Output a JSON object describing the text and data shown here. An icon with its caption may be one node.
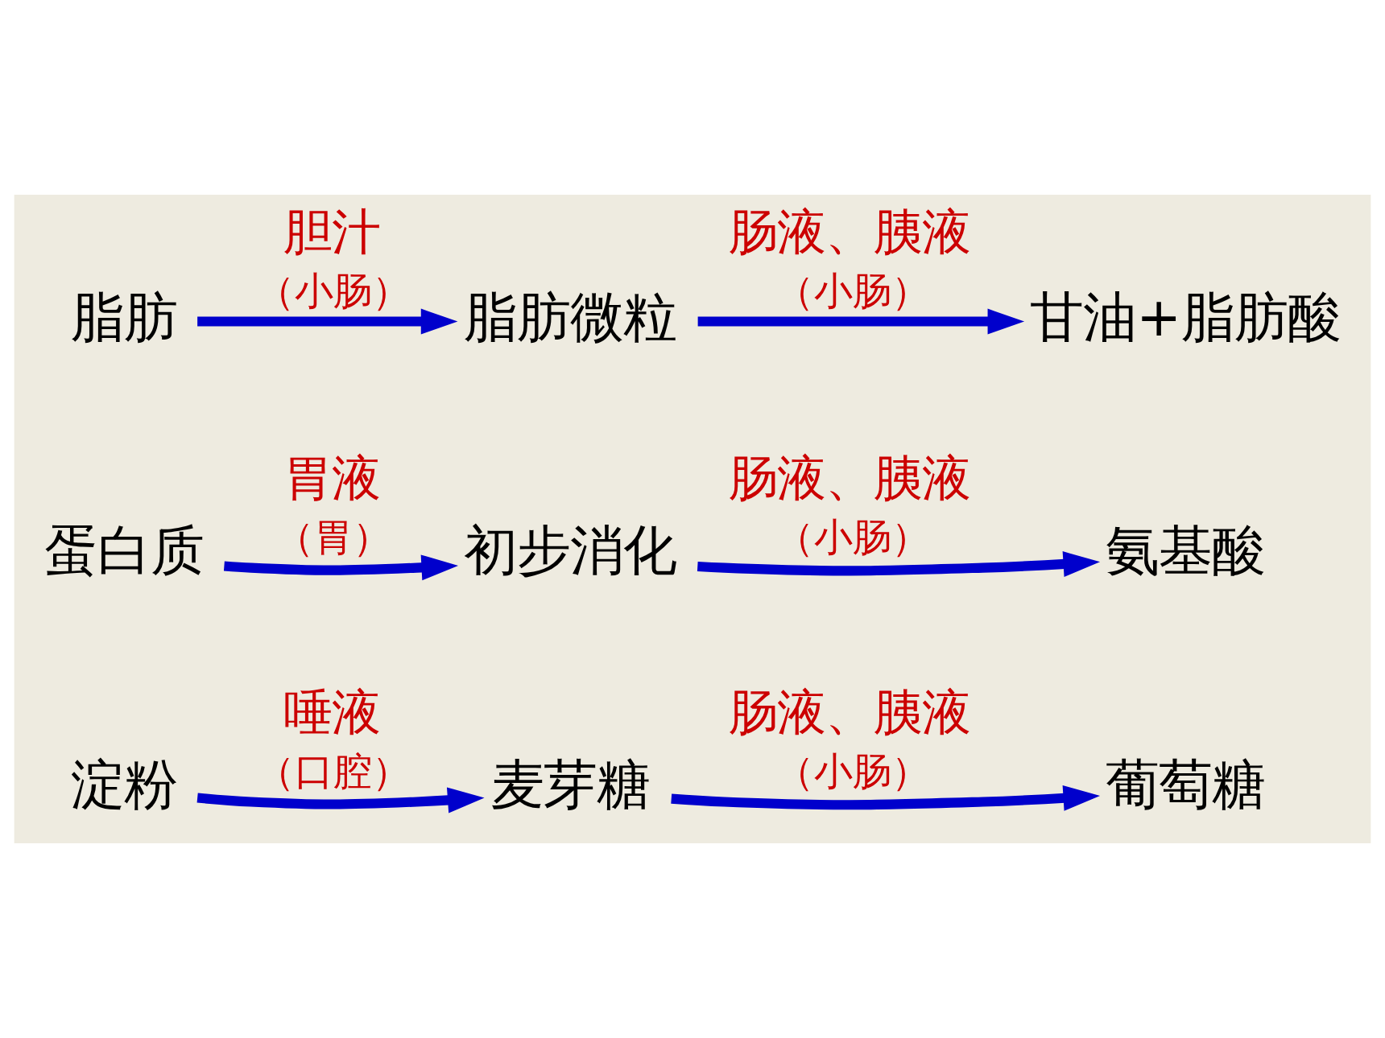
{
  "diagram": {
    "nodes": [
      {
        "text": [
          "淀粉"
        ]
      },
      {
        "text": [
          "麦芽糖"
        ]
      },
      {
        "text": [
          "葡萄糖"
        ]
      },
      {
        "text": [
          "蛋白质"
        ]
      },
      {
        "text": [
          "初步消化"
        ]
      },
      {
        "text": [
          "氨基酸"
        ]
      },
      {
        "text": [
          "脂肪"
        ]
      },
      {
        "text": [
          "脂肪微粒"
        ]
      },
      {
        "text": [
          "甘油+脂肪酸"
        ]
      }
    ],
    "edges": [
      {
        "from": 0,
        "to": 1,
        "arrow": "to",
        "label": "唾液"
      },
      {
        "from": 1,
        "to": 2,
        "arrow": "to",
        "label": "肠液、胰液"
      },
      {
        "from": 3,
        "to": 4,
        "arrow": "to",
        "label": "胃液"
      },
      {
        "from": 4,
        "to": 5,
        "arrow": "to",
        "label": "肠液、胰液"
      },
      {
        "from": 6,
        "to": 7,
        "arrow": "to",
        "label": "胆汁"
      },
      {
        "from": 7,
        "to": 8,
        "arrow": "to",
        "label": "肠液、胰液"
      }
    ],
    "labels": [
      "（口腔）",
      "（小肠）",
      "（胃）",
      "（小肠）",
      "（小肠）",
      "（小肠）"
    ]
  }
}
